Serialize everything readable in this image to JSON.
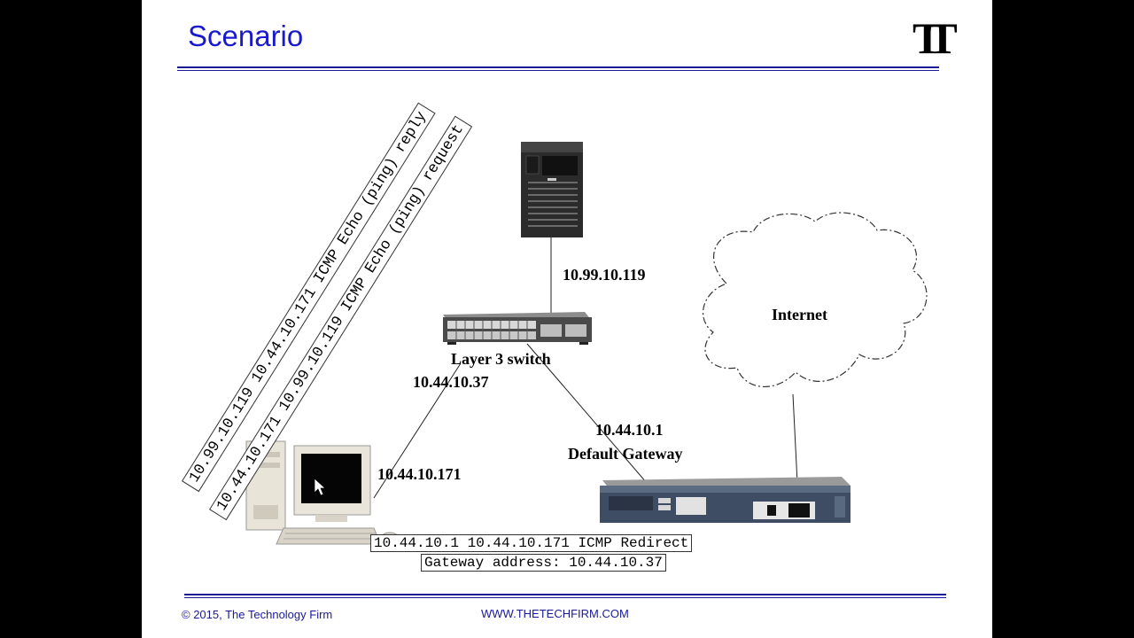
{
  "slide": {
    "title": "Scenario",
    "logo": "TT",
    "footer_left": "© 2015, The Technology Firm",
    "footer_center": "WWW.THETECHFIRM.COM"
  },
  "labels": {
    "server_ip": "10.99.10.119",
    "internet": "Internet",
    "switch": "Layer 3 switch",
    "switch_ip": "10.44.10.37",
    "gateway_ip": "10.44.10.1",
    "gateway_label": "Default Gateway",
    "host_ip": "10.44.10.171"
  },
  "packets": {
    "reply": "10.99.10.119 10.44.10.171 ICMP   Echo (ping) reply",
    "request": "10.44.10.171 10.99.10.119 ICMP   Echo (ping) request",
    "redirect_line1": "10.44.10.1   10.44.10.171 ICMP   Redirect",
    "redirect_line2": "Gateway address: 10.44.10.37"
  }
}
